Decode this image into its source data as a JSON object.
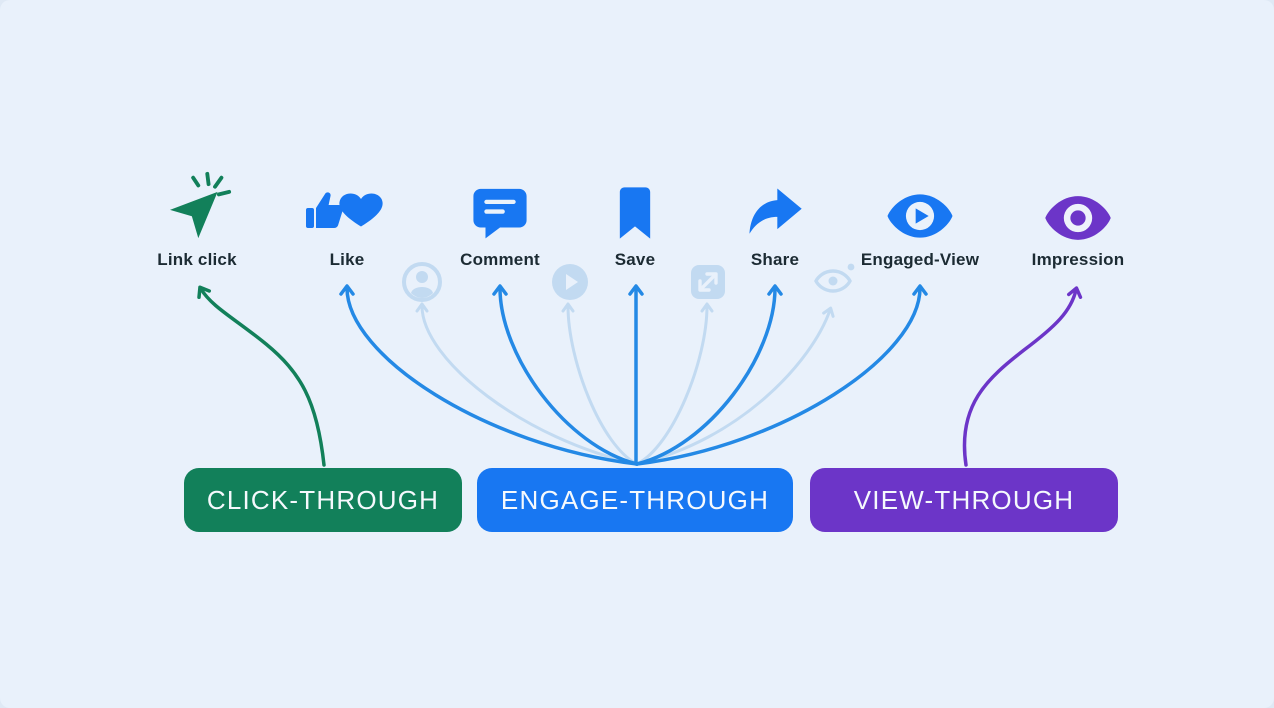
{
  "diagram": {
    "title": "Attribution events diagram",
    "colors": {
      "background": "#e9f1fb",
      "green": "#12805a",
      "blue": "#1877f2",
      "arrow_blue": "#2489e5",
      "purple": "#6c35c8",
      "faded_blue": "#c2daf1",
      "label_text": "#1c2b33",
      "box_text": "#f5f9fd"
    },
    "events": [
      {
        "label": "Link click",
        "icon": "cursor-click-icon",
        "color": "#12805a"
      },
      {
        "label": "Like",
        "icon": "thumb-and-heart-icon",
        "color": "#1877f2"
      },
      {
        "label": "Comment",
        "icon": "speech-bubble-icon",
        "color": "#1877f2"
      },
      {
        "label": "Save",
        "icon": "bookmark-icon",
        "color": "#1877f2"
      },
      {
        "label": "Share",
        "icon": "share-arrow-icon",
        "color": "#1877f2"
      },
      {
        "label": "Engaged-View",
        "icon": "eye-play-icon",
        "color": "#1877f2"
      },
      {
        "label": "Impression",
        "icon": "eye-icon",
        "color": "#6c35c8"
      }
    ],
    "faded_events": [
      {
        "icon": "person-circle-icon"
      },
      {
        "icon": "play-circle-icon"
      },
      {
        "icon": "expand-arrows-icon"
      },
      {
        "icon": "eye-sparkle-icon"
      }
    ],
    "categories": [
      {
        "label": "CLICK-THROUGH",
        "color": "#12805a",
        "connects_to": [
          "Link click"
        ]
      },
      {
        "label": "ENGAGE-THROUGH",
        "color": "#1877f2",
        "connects_to": [
          "Like",
          "Comment",
          "Save",
          "Share",
          "Engaged-View"
        ]
      },
      {
        "label": "VIEW-THROUGH",
        "color": "#6c35c8",
        "connects_to": [
          "Impression"
        ]
      }
    ]
  }
}
